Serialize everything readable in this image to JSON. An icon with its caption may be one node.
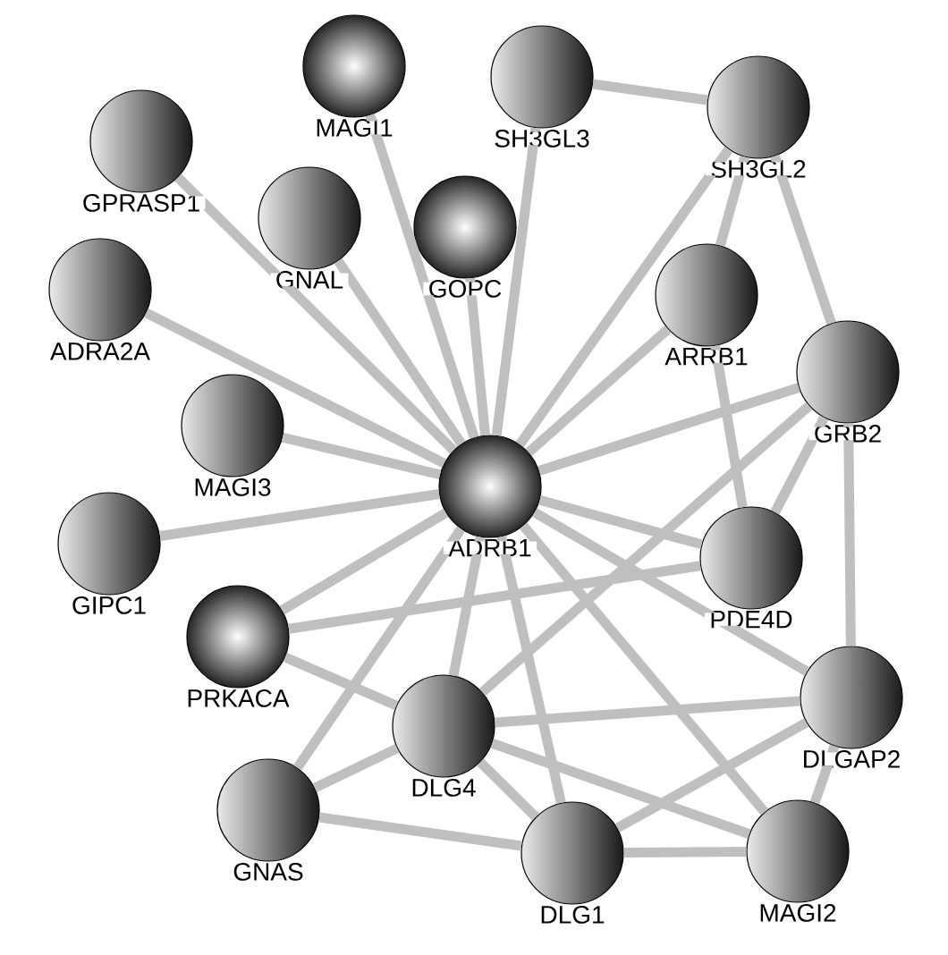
{
  "diagram": {
    "nodes": [
      {
        "text": [
          "MAGI1"
        ]
      },
      {
        "text": [
          "SH3GL3"
        ]
      },
      {
        "text": [
          "SH3GL2"
        ]
      },
      {
        "text": [
          "GPRASP1"
        ]
      },
      {
        "text": [
          "GNAL"
        ]
      },
      {
        "text": [
          "GOPC"
        ]
      },
      {
        "text": [
          "ADRA2A"
        ]
      },
      {
        "text": [
          "ARRB1"
        ]
      },
      {
        "text": [
          "GRB2"
        ]
      },
      {
        "text": [
          "MAGI3"
        ]
      },
      {
        "text": [
          "ADRB1"
        ]
      },
      {
        "text": [
          "GIPC1"
        ]
      },
      {
        "text": [
          "PDE4D"
        ]
      },
      {
        "text": [
          "PRKACA"
        ]
      },
      {
        "text": [
          "DLGAP2"
        ]
      },
      {
        "text": [
          "DLG4"
        ]
      },
      {
        "text": [
          "GNAS"
        ]
      },
      {
        "text": [
          "DLG1"
        ]
      },
      {
        "text": [
          "MAGI2"
        ]
      }
    ],
    "edges": [
      {
        "from": 10,
        "to": 0,
        "arrow": "none"
      },
      {
        "from": 10,
        "to": 1,
        "arrow": "none"
      },
      {
        "from": 10,
        "to": 2,
        "arrow": "none"
      },
      {
        "from": 10,
        "to": 3,
        "arrow": "none"
      },
      {
        "from": 10,
        "to": 4,
        "arrow": "none"
      },
      {
        "from": 10,
        "to": 5,
        "arrow": "none"
      },
      {
        "from": 10,
        "to": 6,
        "arrow": "none"
      },
      {
        "from": 10,
        "to": 7,
        "arrow": "none"
      },
      {
        "from": 10,
        "to": 8,
        "arrow": "none"
      },
      {
        "from": 10,
        "to": 9,
        "arrow": "none"
      },
      {
        "from": 10,
        "to": 11,
        "arrow": "none"
      },
      {
        "from": 10,
        "to": 12,
        "arrow": "none"
      },
      {
        "from": 10,
        "to": 13,
        "arrow": "none"
      },
      {
        "from": 10,
        "to": 14,
        "arrow": "none"
      },
      {
        "from": 10,
        "to": 15,
        "arrow": "none"
      },
      {
        "from": 10,
        "to": 16,
        "arrow": "none"
      },
      {
        "from": 10,
        "to": 17,
        "arrow": "none"
      },
      {
        "from": 10,
        "to": 18,
        "arrow": "none"
      },
      {
        "from": 1,
        "to": 2,
        "arrow": "none"
      },
      {
        "from": 2,
        "to": 7,
        "arrow": "none"
      },
      {
        "from": 2,
        "to": 8,
        "arrow": "none"
      },
      {
        "from": 7,
        "to": 12,
        "arrow": "none"
      },
      {
        "from": 8,
        "to": 12,
        "arrow": "none"
      },
      {
        "from": 8,
        "to": 15,
        "arrow": "none"
      },
      {
        "from": 8,
        "to": 14,
        "arrow": "none"
      },
      {
        "from": 13,
        "to": 12,
        "arrow": "none"
      },
      {
        "from": 13,
        "to": 15,
        "arrow": "none"
      },
      {
        "from": 15,
        "to": 14,
        "arrow": "none"
      },
      {
        "from": 15,
        "to": 18,
        "arrow": "none"
      },
      {
        "from": 15,
        "to": 17,
        "arrow": "none"
      },
      {
        "from": 15,
        "to": 16,
        "arrow": "none"
      },
      {
        "from": 16,
        "to": 17,
        "arrow": "none"
      },
      {
        "from": 17,
        "to": 14,
        "arrow": "none"
      },
      {
        "from": 17,
        "to": 18,
        "arrow": "none"
      },
      {
        "from": 18,
        "to": 14,
        "arrow": "none"
      }
    ]
  }
}
